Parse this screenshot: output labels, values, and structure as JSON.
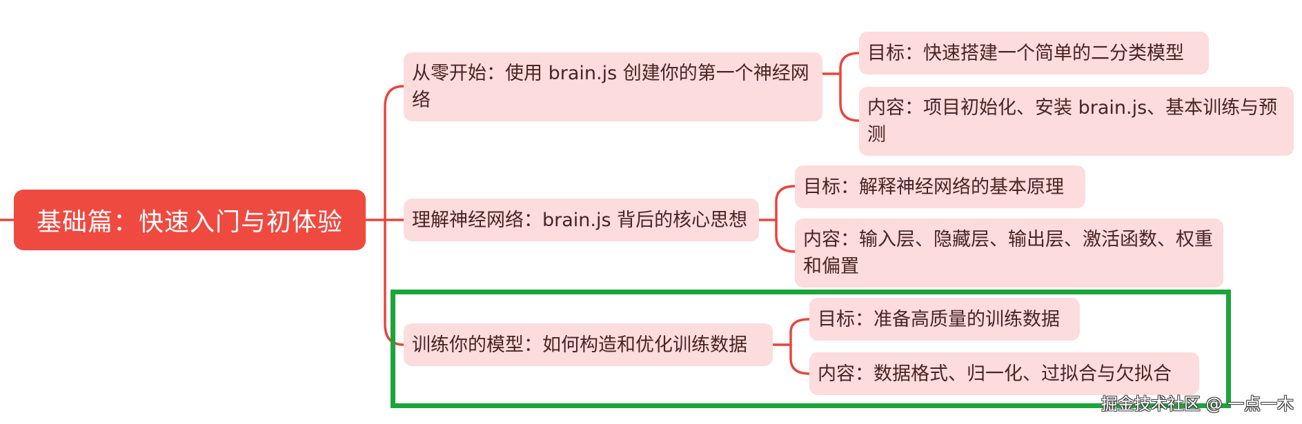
{
  "mindmap": {
    "root": "基础篇：快速入门与初体验",
    "branches": [
      {
        "label": "从零开始：使用 brain.js 创建你的第一个神经网络",
        "children": [
          "目标：快速搭建一个简单的二分类模型",
          "内容：项目初始化、安装 brain.js、基本训练与预测"
        ]
      },
      {
        "label": "理解神经网络：brain.js 背后的核心思想",
        "children": [
          "目标：解释神经网络的基本原理",
          "内容：输入层、隐藏层、输出层、激活函数、权重和偏置"
        ]
      },
      {
        "label": "训练你的模型：如何构造和优化训练数据",
        "children": [
          "目标：准备高质量的训练数据",
          "内容：数据格式、归一化、过拟合与欠拟合"
        ]
      }
    ]
  },
  "watermark": "掘金技术社区 @ 一点一木",
  "colors": {
    "root_fill": "#ef4a40",
    "node_fill": "#fcdcdc",
    "connector": "#e8453c",
    "highlight": "#1ca53a"
  }
}
